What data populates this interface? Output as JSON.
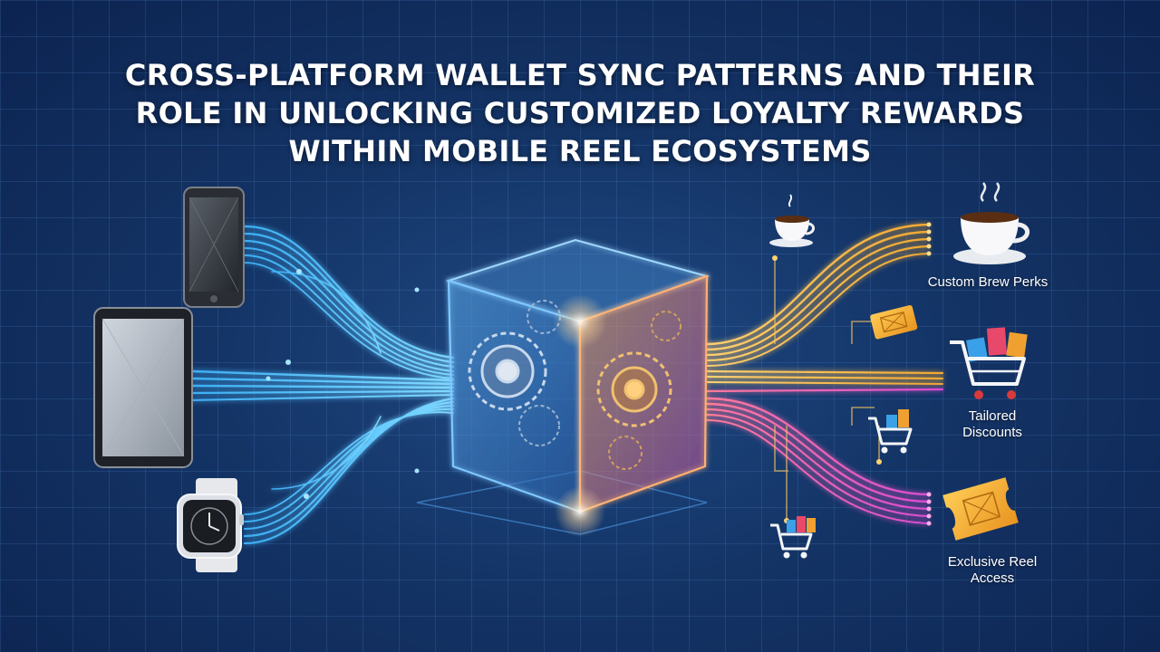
{
  "title_lines": [
    "CROSS-PLATFORM WALLET SYNC PATTERNS AND THEIR",
    "ROLE IN UNLOCKING CUSTOMIZED LOYALTY REWARDS",
    "WITHIN MOBILE REEL ECOSYSTEMS"
  ],
  "rewards": {
    "brew": "Custom Brew Perks",
    "discounts_line1": "Tailored",
    "discounts_line2": "Discounts",
    "access_line1": "Exclusive Reel",
    "access_line2": "Access"
  },
  "colors": {
    "blue_stream": "#3fb8ff",
    "gold_stream": "#f5b840",
    "pink_stream": "#e85cc8",
    "background": "#143466"
  },
  "icons": [
    "smartphone-icon",
    "tablet-icon",
    "smartwatch-icon",
    "wallet-sync-cube-icon",
    "coffee-cup-icon",
    "ticket-icon",
    "shopping-cart-icon"
  ]
}
